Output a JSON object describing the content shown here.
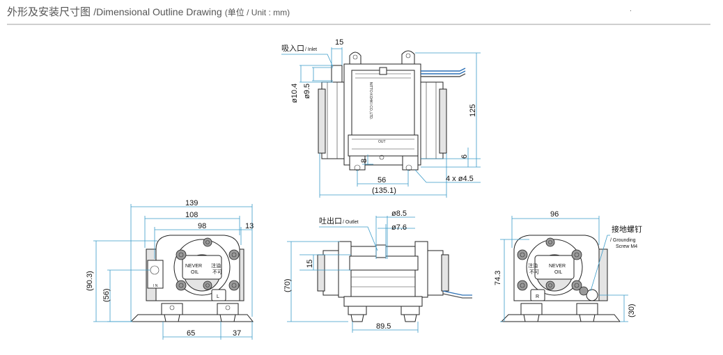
{
  "header": {
    "title_cn": "外形及安装尺寸图",
    "title_en": "/Dimensional Outline Drawing",
    "unit": "(单位 / Unit : mm)",
    "corner_mark": "."
  },
  "top_view": {
    "inlet_cn": "吸入口",
    "inlet_en": "/ Inlet",
    "dim_15": "15",
    "dim_d104": "ø10.4",
    "dim_d95": "ø9.5",
    "dim_125": "125",
    "dim_6": "6",
    "dim_8": "8",
    "dim_56": "56",
    "dim_1351": "(135.1)",
    "dim_holes": "4 x ø4.5",
    "brand": "NITTO KOHKI CO.,LTD.",
    "out_label": "OUT"
  },
  "left_view": {
    "dim_139": "139",
    "dim_108": "108",
    "dim_98": "98",
    "dim_13": "13",
    "dim_903": "(90.3)",
    "dim_56": "(56)",
    "dim_65": "65",
    "dim_37": "37",
    "in_label": "I N",
    "never": "NEVER",
    "oil": "OIL",
    "cn_1": "注油",
    "cn_2": "不可",
    "side": "L"
  },
  "front_view": {
    "outlet_cn": "吐出口",
    "outlet_en": "/ Outlet",
    "dim_d85": "ø8.5",
    "dim_d76": "ø7.6",
    "dim_15": "15",
    "dim_70": "(70)",
    "dim_895": "89.5"
  },
  "right_view": {
    "dim_96": "96",
    "dim_743": "74.3",
    "dim_30": "(30)",
    "ground_cn": "接地螺钉",
    "ground_en_1": "/ Grounding",
    "ground_en_2": "Screw M4",
    "never": "NEVER",
    "oil": "OIL",
    "cn_1": "注油",
    "cn_2": "不可",
    "side": "R"
  }
}
